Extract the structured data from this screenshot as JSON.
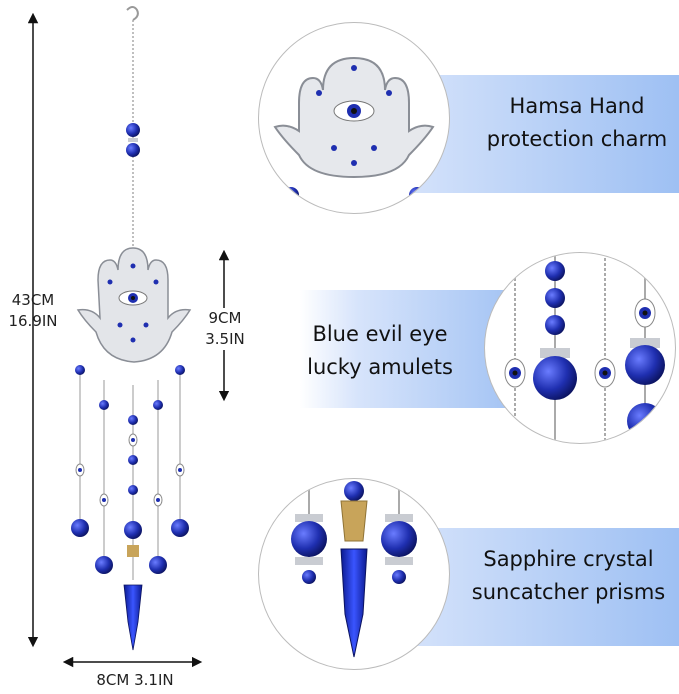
{
  "dimensions": {
    "height_cm": "43CM",
    "height_in": "16.9IN",
    "hand_cm": "9CM",
    "hand_in": "3.5IN",
    "width": "8CM 3.1IN"
  },
  "features": [
    {
      "line1": "Hamsa Hand",
      "line2": "protection charm"
    },
    {
      "line1": "Blue evil eye",
      "line2": "lucky amulets"
    },
    {
      "line1": "Sapphire crystal",
      "line2": "suncatcher prisms"
    }
  ],
  "colors": {
    "accent_blue": "#1f2fb0",
    "silver": "#c9ccd2",
    "band_blue": "#9ec0f3"
  }
}
